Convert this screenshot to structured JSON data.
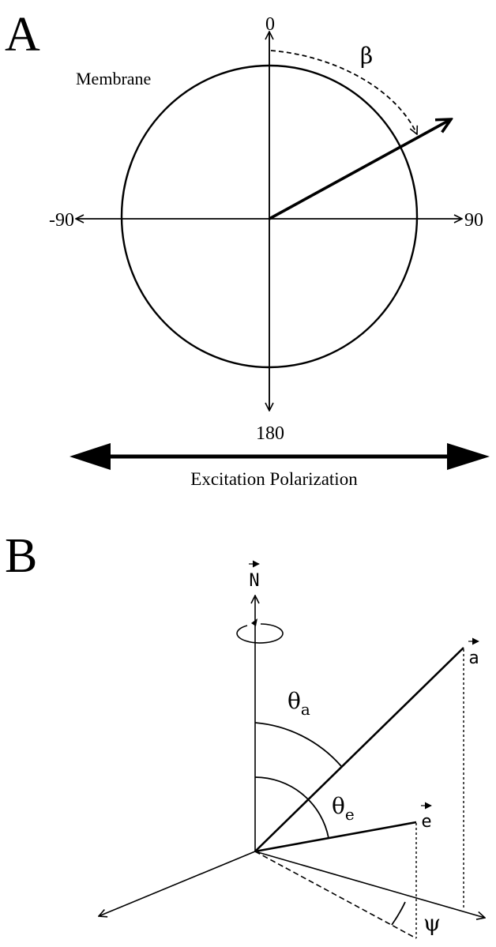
{
  "panel_a": {
    "label": "A",
    "axis_top": "0",
    "axis_bottom": "180",
    "axis_left": "-90",
    "axis_right": "90",
    "angle_symbol": "β",
    "membrane_label": "Membrane",
    "polarization_label": "Excitation Polarization"
  },
  "panel_b": {
    "label": "B",
    "normal_vector": "N",
    "vector_a": "a",
    "vector_e": "e",
    "theta": "θ",
    "theta_a_sub": "a",
    "theta_e_sub": "e",
    "psi": "ψ"
  }
}
